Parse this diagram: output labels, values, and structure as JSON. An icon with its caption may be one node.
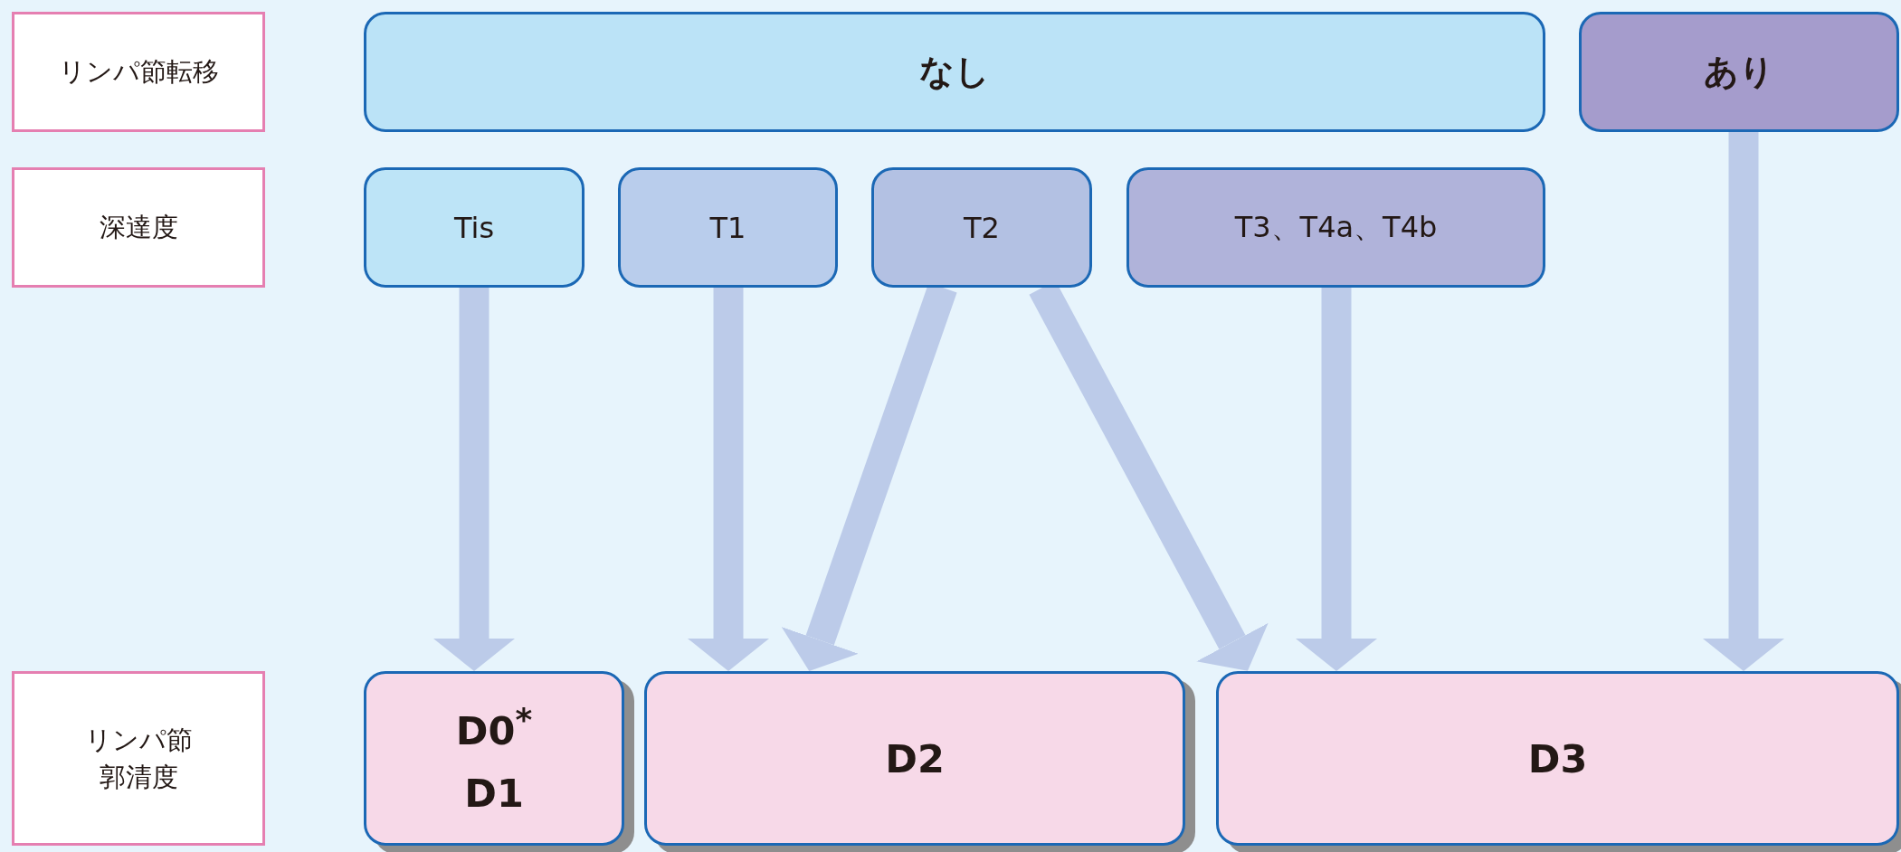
{
  "diagram": {
    "nodes": [
      {
        "text": [
          "リンパ節転移"
        ]
      },
      {
        "text": [
          "なし"
        ]
      },
      {
        "text": [
          "あり"
        ]
      },
      {
        "text": [
          "深達度"
        ]
      },
      {
        "text": [
          "Tis"
        ]
      },
      {
        "text": [
          "T1"
        ]
      },
      {
        "text": [
          "T2"
        ]
      },
      {
        "text": [
          "T3、T4a、T4b"
        ]
      },
      {
        "text": [
          "リンパ節郭清度"
        ]
      },
      {
        "text": [
          "D0$^{*}$",
          "D1"
        ]
      },
      {
        "text": [
          "D2"
        ]
      },
      {
        "text": [
          "D3"
        ]
      }
    ],
    "edges": [
      {
        "from": 4,
        "to": 9,
        "arrow": "to"
      },
      {
        "from": 5,
        "to": 10,
        "arrow": "to"
      },
      {
        "from": 6,
        "to": 10,
        "arrow": "to"
      },
      {
        "from": 6,
        "to": 11,
        "arrow": "to"
      },
      {
        "from": 7,
        "to": 11,
        "arrow": "to"
      },
      {
        "from": 2,
        "to": 11,
        "arrow": "to"
      }
    ]
  }
}
